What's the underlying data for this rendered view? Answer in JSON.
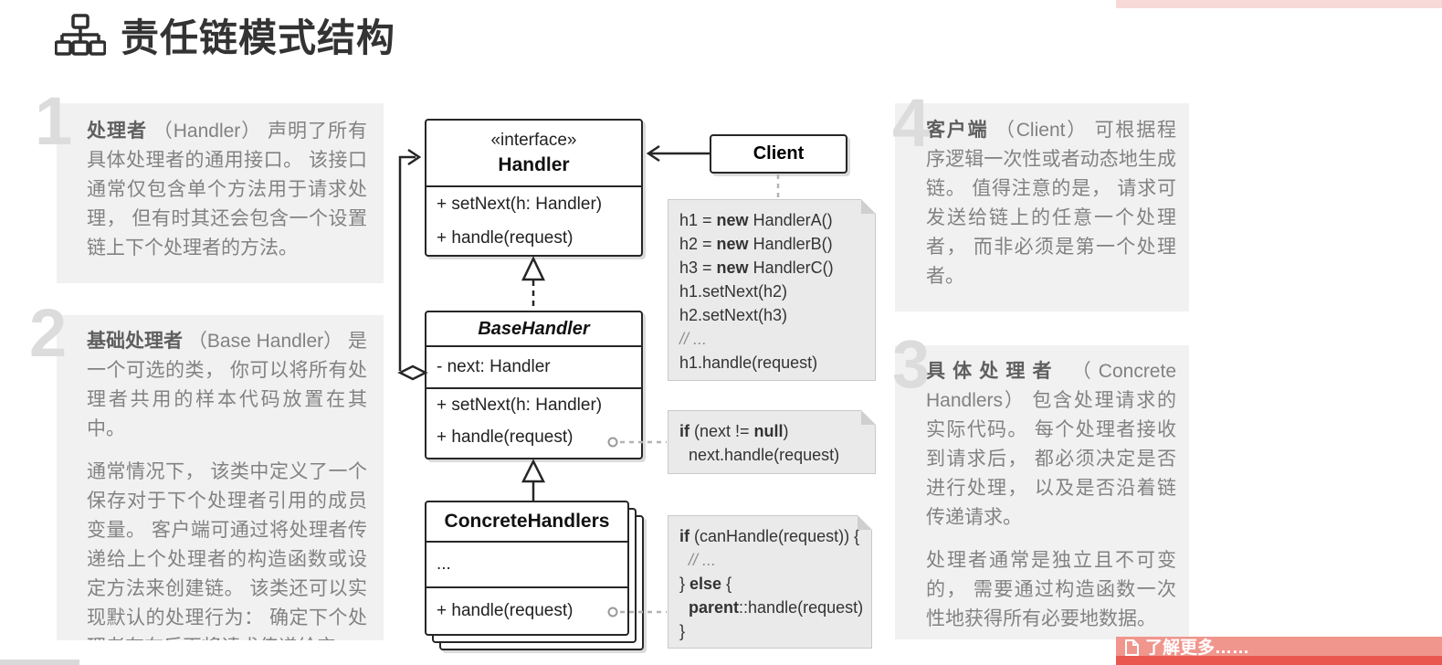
{
  "page": {
    "title": "责任链模式结构"
  },
  "sections": {
    "block1": {
      "num": "1",
      "lead": "处理者",
      "text": " （Handler） 声明了所有具体处理者的通用接口。 该接口通常仅包含单个方法用于请求处理， 但有时其还会包含一个设置链上下个处理者的方法。"
    },
    "block2": {
      "num": "2",
      "lead": "基础处理者",
      "text": " （Base Handler） 是一个可选的类， 你可以将所有处理者共用的样本代码放置在其中。",
      "text2": "通常情况下， 该类中定义了一个保存对于下个处理者引用的成员变量。 客户端可通过将处理者传递给上个处理者的构造函数或设定方法来创建链。 该类还可以实现默认的处理行为： 确定下个处理者存在后再将请求传递给它。"
    },
    "block3": {
      "num": "3",
      "lead": "具体处理者",
      "text": " （Concrete Handlers） 包含处理请求的实际代码。 每个处理者接收到请求后， 都必须决定是否进行处理， 以及是否沿着链传递请求。",
      "text2": "处理者通常是独立且不可变的， 需要通过构造函数一次性地获得所有必要地数据。"
    },
    "block4": {
      "num": "4",
      "lead": "客户端",
      "text": " （Client） 可根据程序逻辑一次性或者动态地生成链。 值得注意的是， 请求可发送给链上的任意一个处理者， 而非必须是第一个处理者。"
    }
  },
  "uml": {
    "interface": {
      "stereotype": "«interface»",
      "name": "Handler",
      "methods": [
        "+ setNext(h: Handler)",
        "+ handle(request)"
      ]
    },
    "client": {
      "name": "Client"
    },
    "base": {
      "name": "BaseHandler",
      "fields": [
        "- next: Handler"
      ],
      "methods": [
        "+ setNext(h: Handler)",
        "+ handle(request)"
      ]
    },
    "concrete": {
      "name": "ConcreteHandlers",
      "rows": [
        "...",
        "+ handle(request)"
      ]
    }
  },
  "notes": {
    "client_code": {
      "lines": [
        [
          {
            "t": "h1 = "
          },
          {
            "t": "new",
            "s": "b"
          },
          {
            "t": " HandlerA()"
          }
        ],
        [
          {
            "t": "h2 = "
          },
          {
            "t": "new",
            "s": "b"
          },
          {
            "t": " HandlerB()"
          }
        ],
        [
          {
            "t": "h3 = "
          },
          {
            "t": "new",
            "s": "b"
          },
          {
            "t": " HandlerC()"
          }
        ],
        [
          {
            "t": "h1.setNext(h2)"
          }
        ],
        [
          {
            "t": "h2.setNext(h3)"
          }
        ],
        [
          {
            "t": "// ...",
            "s": "c"
          }
        ],
        [
          {
            "t": "h1.handle(request)"
          }
        ]
      ]
    },
    "base_code": {
      "lines": [
        [
          {
            "t": "if",
            "s": "b"
          },
          {
            "t": " (next != "
          },
          {
            "t": "null",
            "s": "b"
          },
          {
            "t": ")"
          }
        ],
        [
          {
            "t": "  next.handle(request)"
          }
        ]
      ]
    },
    "concrete_code": {
      "lines": [
        [
          {
            "t": "if",
            "s": "b"
          },
          {
            "t": " (canHandle(request)) {"
          }
        ],
        [
          {
            "t": "  "
          },
          {
            "t": "// ...",
            "s": "c"
          }
        ],
        [
          {
            "t": "} "
          },
          {
            "t": "else",
            "s": "b"
          },
          {
            "t": " {"
          }
        ],
        [
          {
            "t": "  "
          },
          {
            "t": "parent",
            "s": "b"
          },
          {
            "t": "::handle(request)"
          }
        ],
        [
          {
            "t": "}"
          }
        ]
      ]
    }
  },
  "banner": {
    "more_label": "了解更多……"
  },
  "colors": {
    "accent_red": "#e8584e",
    "banner_pink": "#f0968d",
    "banner_sliver": "#f7d9d7",
    "block_bg": "#f1f1f1",
    "text_gray": "#828282",
    "lead_gray": "#5f5f5f",
    "num_gray": "#dcdcdc",
    "ink": "#262626",
    "note_bg": "#eaeaea",
    "note_border": "#c9c9c9",
    "connector_gray": "#b3b3b3",
    "title_ink": "#333333",
    "sliver_gray": "#d9d9d9"
  }
}
